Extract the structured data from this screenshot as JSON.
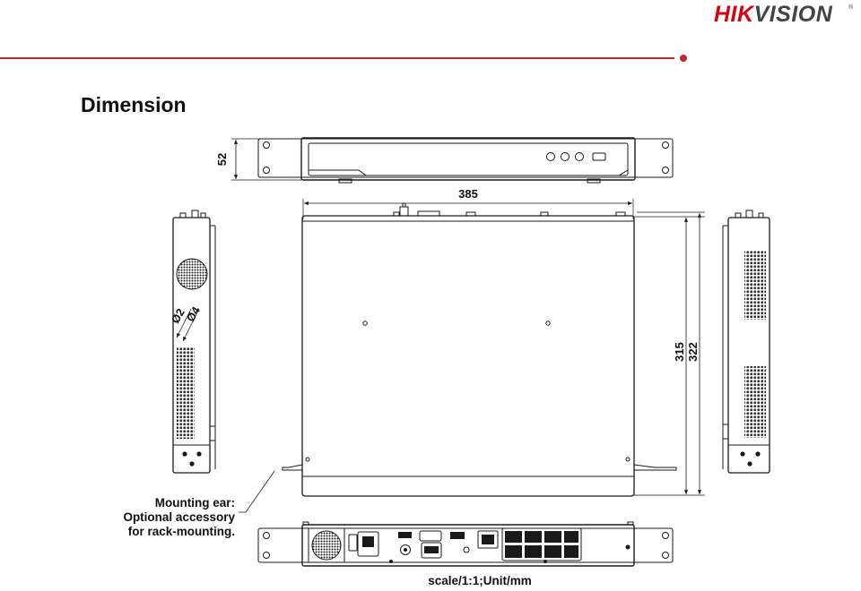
{
  "brand": {
    "hik": "HIK",
    "vision": "VISION",
    "reg": "®"
  },
  "colors": {
    "brand_red": "#d7000f",
    "rule": "#c1272d",
    "line": "#1a1a1a"
  },
  "page_title": "Dimension",
  "dimensions": {
    "height": "52",
    "width": "385",
    "depth_body": "315",
    "depth_total": "322",
    "hole_small": "Ø2",
    "hole_large": "Ø4"
  },
  "notes": {
    "mounting_ear": [
      "Mounting ear:",
      "Optional accessory",
      "for rack-mounting."
    ],
    "scale": "scale/1:1;Unit/mm"
  }
}
